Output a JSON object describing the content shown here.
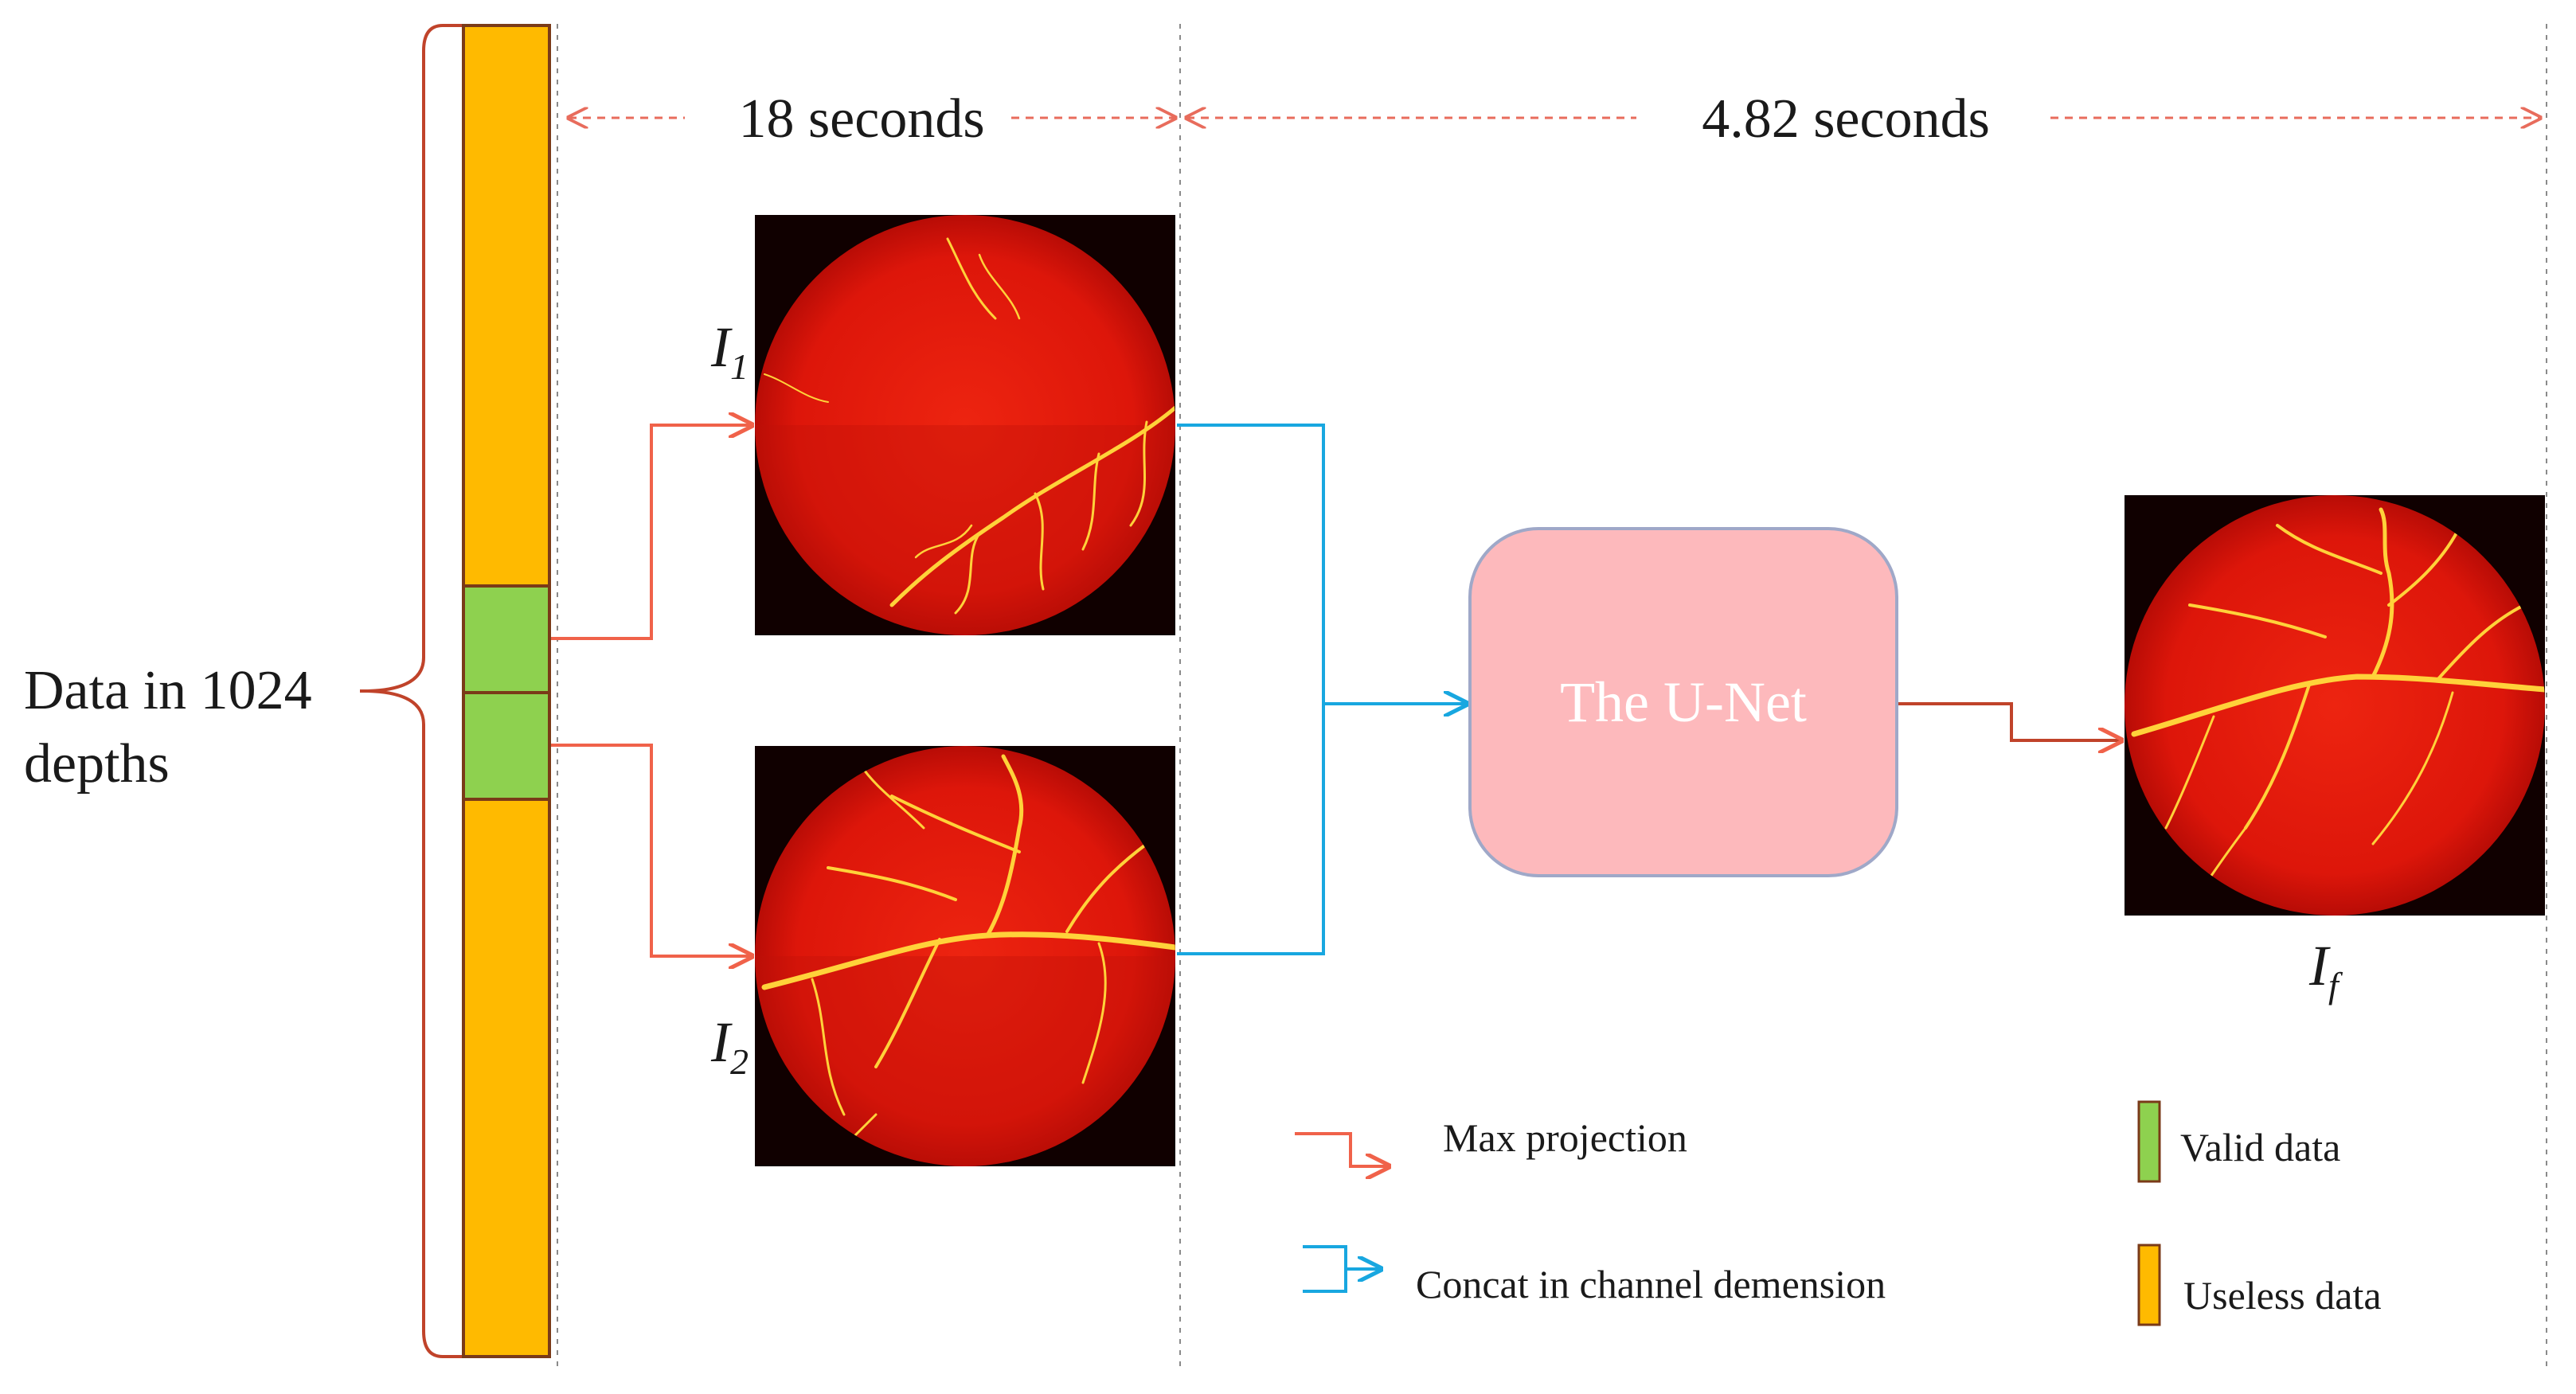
{
  "timing": {
    "first_interval": "18 seconds",
    "second_interval": "4.82 seconds"
  },
  "data_column": {
    "label_line1": "Data in 1024",
    "label_line2": "depths"
  },
  "images": {
    "input1": {
      "label_base": "I",
      "label_sub": "1"
    },
    "input2": {
      "label_base": "I",
      "label_sub": "2"
    },
    "output": {
      "label_base": "I",
      "label_sub": "f"
    }
  },
  "network": {
    "label": "The U-Net"
  },
  "legend": {
    "max_projection": "Max projection",
    "concat": "Concat in channel demension",
    "valid": "Valid data",
    "useless": "Useless data"
  },
  "colors": {
    "useless": "#FFBA00",
    "valid": "#8ED14F",
    "segment_border": "#7A3A18",
    "max_projection_arrow": "#F0624A",
    "concat_arrow": "#18A7E0",
    "unet_fill": "#FDB9BC",
    "unet_border": "#9FA8C8",
    "unet_text": "#FFFFFF",
    "timing_arrow": "#E86C5C",
    "image_background": "#100000",
    "retina": "#E8180C",
    "vessel": "#FFD23A"
  }
}
